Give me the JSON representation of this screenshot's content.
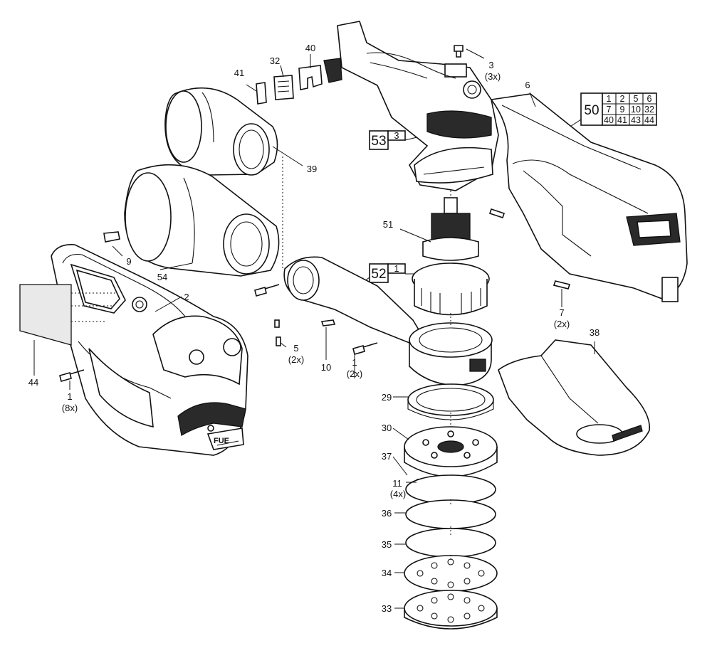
{
  "callouts": [
    {
      "id": "c1a",
      "num": "1",
      "qty": "(8x)"
    },
    {
      "id": "c1b",
      "num": "1",
      "qty": "(2x)"
    },
    {
      "id": "c2",
      "num": "2"
    },
    {
      "id": "c3",
      "num": "3",
      "qty": "(3x)"
    },
    {
      "id": "c5",
      "num": "5",
      "qty": "(2x)"
    },
    {
      "id": "c6",
      "num": "6"
    },
    {
      "id": "c7",
      "num": "7",
      "qty": "(2x)"
    },
    {
      "id": "c9",
      "num": "9"
    },
    {
      "id": "c10",
      "num": "10"
    },
    {
      "id": "c11",
      "num": "11",
      "qty": "(4x)"
    },
    {
      "id": "c29",
      "num": "29"
    },
    {
      "id": "c30",
      "num": "30"
    },
    {
      "id": "c32",
      "num": "32"
    },
    {
      "id": "c33",
      "num": "33"
    },
    {
      "id": "c34",
      "num": "34"
    },
    {
      "id": "c35",
      "num": "35"
    },
    {
      "id": "c36",
      "num": "36"
    },
    {
      "id": "c37",
      "num": "37"
    },
    {
      "id": "c38",
      "num": "38"
    },
    {
      "id": "c39",
      "num": "39"
    },
    {
      "id": "c40",
      "num": "40"
    },
    {
      "id": "c41",
      "num": "41"
    },
    {
      "id": "c44",
      "num": "44"
    },
    {
      "id": "c51",
      "num": "51"
    },
    {
      "id": "c54",
      "num": "54"
    }
  ],
  "assemblies": {
    "a50": {
      "num": "50",
      "parts": [
        "1",
        "2",
        "5",
        "6",
        "7",
        "9",
        "10",
        "32",
        "40",
        "41",
        "43",
        "44"
      ]
    },
    "a52": {
      "num": "52",
      "parts": [
        "1"
      ]
    },
    "a53": {
      "num": "53",
      "parts": [
        "3"
      ]
    }
  },
  "logo": "FUE"
}
